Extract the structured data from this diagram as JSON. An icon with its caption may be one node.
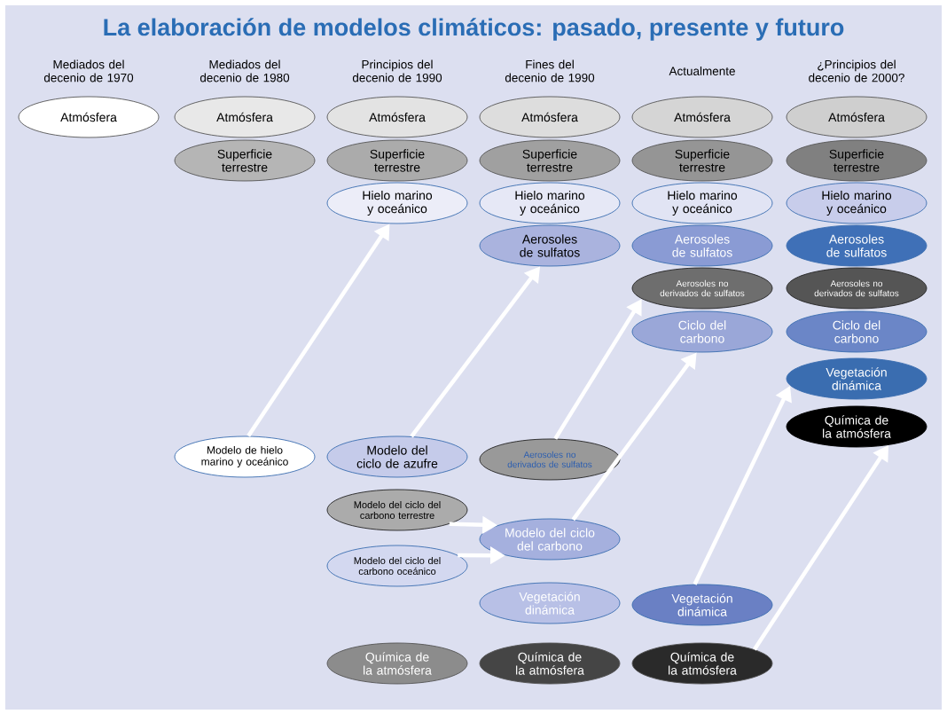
{
  "diagram": {
    "title": "La elaboración de modelos climáticos: pasado, presente y futuro",
    "nodes": [
      {
        "text": [
          "Atmósfera"
        ]
      },
      {
        "text": [
          "Atmósfera"
        ]
      },
      {
        "text": [
          "Superficie terrestre"
        ]
      },
      {
        "text": [
          "Atmósfera"
        ]
      },
      {
        "text": [
          "Superficie terrestre"
        ]
      },
      {
        "text": [
          "Hielo marino y oceánico"
        ]
      },
      {
        "text": [
          "Atmósfera"
        ]
      },
      {
        "text": [
          "Superficie terrestre"
        ]
      },
      {
        "text": [
          "Hielo marino y oceánico"
        ]
      },
      {
        "text": [
          "Aerosoles de sulfatos"
        ]
      },
      {
        "text": [
          "Atmósfera"
        ]
      },
      {
        "text": [
          "Superficie terrestre"
        ]
      },
      {
        "text": [
          "Hielo marino y oceánico"
        ]
      },
      {
        "text": [
          "Aerosoles de sulfatos"
        ]
      },
      {
        "text": [
          "Aerosoles no derivados de sulfatos"
        ]
      },
      {
        "text": [
          "Ciclo del carbono"
        ]
      },
      {
        "text": [
          "Atmósfera"
        ]
      },
      {
        "text": [
          "Superficie terrestre"
        ]
      },
      {
        "text": [
          "Hielo marino y oceánico"
        ]
      },
      {
        "text": [
          "Aerosoles de sulfatos"
        ]
      },
      {
        "text": [
          "Aerosoles no derivados de sulfatos"
        ]
      },
      {
        "text": [
          "Ciclo del carbono"
        ]
      },
      {
        "text": [
          "Vegetación dinámica"
        ]
      },
      {
        "text": [
          "Química de la atmósfera"
        ]
      },
      {
        "text": [
          "Modelo de hielo marino y oceánico"
        ]
      },
      {
        "text": [
          "Modelo del ciclo de azufre"
        ]
      },
      {
        "text": [
          "Aerosoles no derivados de sulfatos"
        ]
      },
      {
        "text": [
          "Modelo del ciclo del carbono terrestre"
        ]
      },
      {
        "text": [
          "Modelo del ciclo del carbono oceánico"
        ]
      },
      {
        "text": [
          "Modelo del ciclo del carbono"
        ]
      },
      {
        "text": [
          "Vegetación dinámica"
        ]
      },
      {
        "text": [
          "Vegetación dinámica"
        ]
      },
      {
        "text": [
          "Química de la atmósfera"
        ]
      },
      {
        "text": [
          "Química de la atmósfera"
        ]
      },
      {
        "text": [
          "Química de la atmósfera"
        ]
      }
    ],
    "edges": [
      {
        "from": 24,
        "to": 5,
        "arrow": "to"
      },
      {
        "from": 25,
        "to": 9,
        "arrow": "to"
      },
      {
        "from": 26,
        "to": 14,
        "arrow": "to"
      },
      {
        "from": 27,
        "to": 29,
        "arrow": "to"
      },
      {
        "from": 28,
        "to": 29,
        "arrow": "to"
      },
      {
        "from": 29,
        "to": 15,
        "arrow": "to"
      },
      {
        "from": 31,
        "to": 22,
        "arrow": "to"
      },
      {
        "from": 34,
        "to": 23,
        "arrow": "to"
      }
    ],
    "labels": [
      "Mediados del decenio de 1970",
      "Mediados del decenio de 1980",
      "Principios del decenio de 1990",
      "Fines del decenio de 1990",
      "Actualmente",
      "¿Principios del decenio de 2000?"
    ]
  }
}
